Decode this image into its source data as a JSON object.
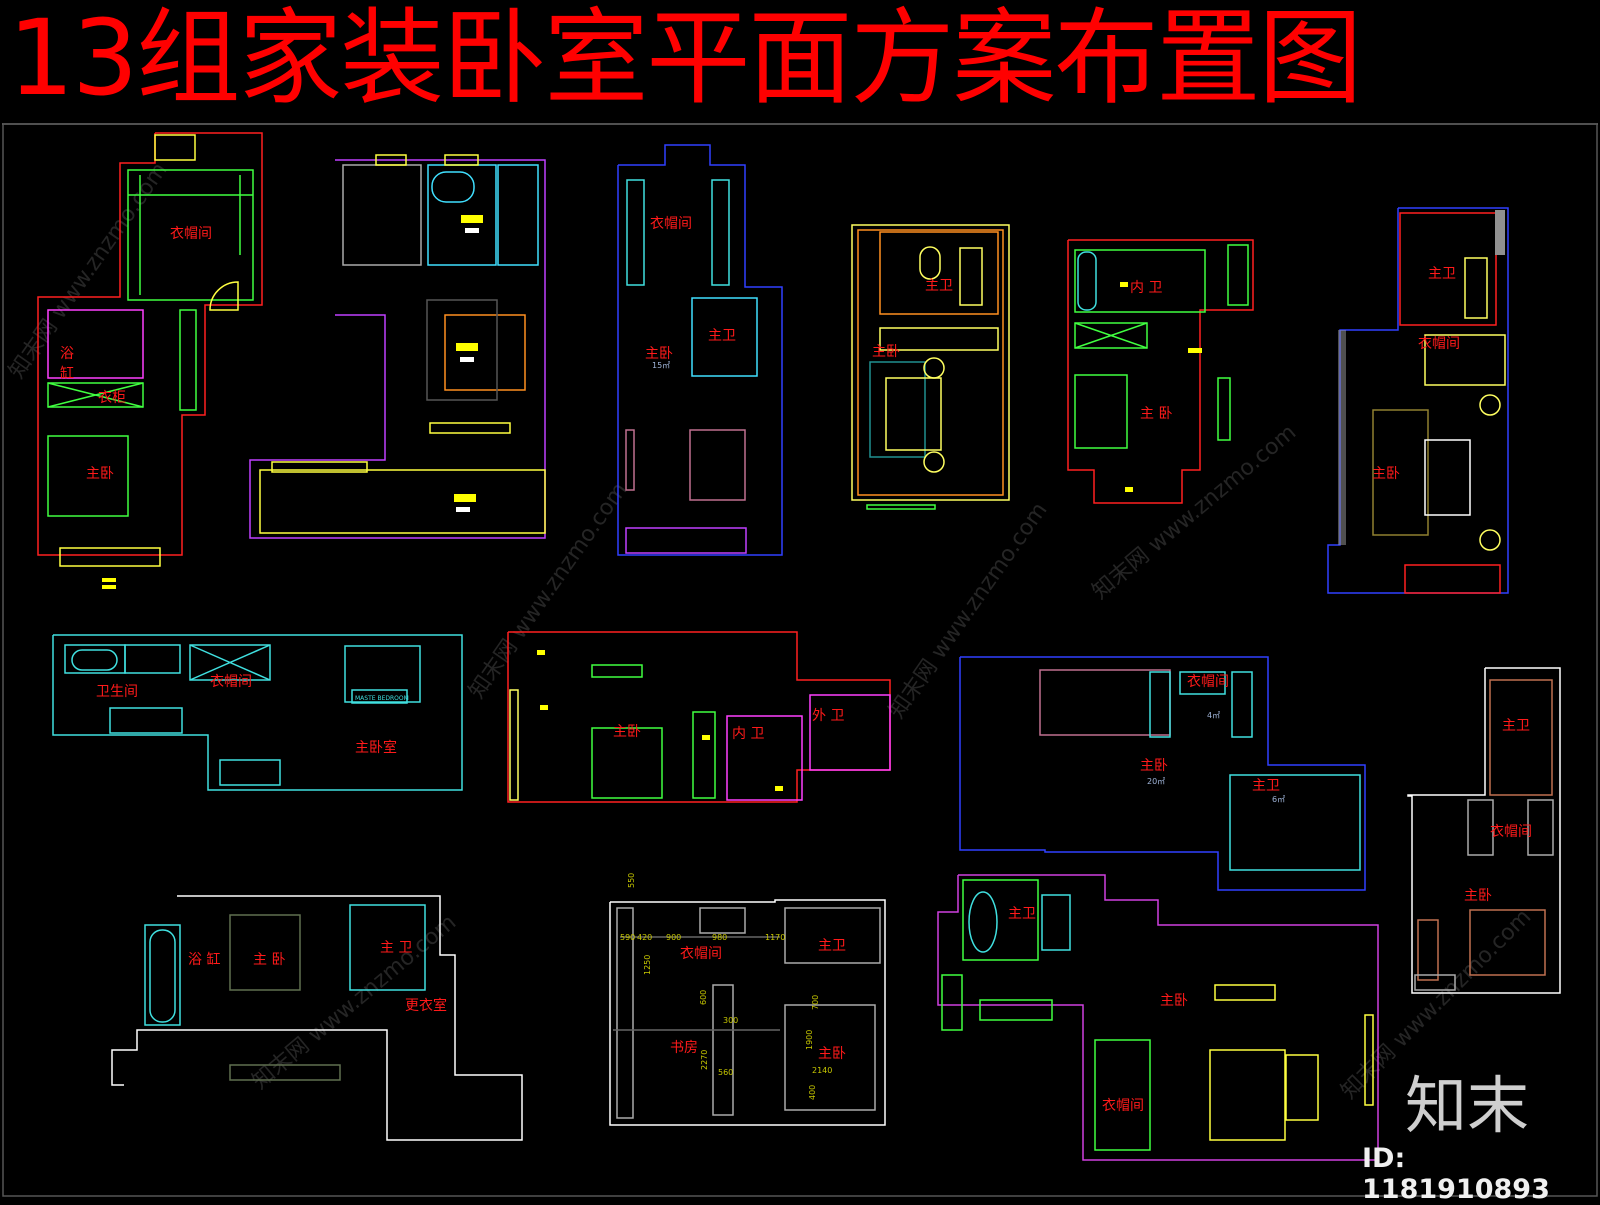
{
  "title": "13组家装卧室平面方案布置图",
  "watermark": {
    "brand": "知末",
    "id_label": "ID: 1181910893",
    "site": "知末网 www.znzmo.com"
  },
  "colors": {
    "background": "#000000",
    "title": "#ff0000",
    "room_label": "#ff1a1a",
    "separator": "#8a8a8a"
  },
  "plans": [
    {
      "labels": [
        "衣帽间",
        "浴",
        "缸",
        "衣柜",
        "主卧"
      ]
    },
    {
      "labels": []
    },
    {
      "labels": [
        "衣帽间",
        "主卫",
        "主卧",
        "15㎡"
      ]
    },
    {
      "labels": [
        "主卫",
        "主卧"
      ]
    },
    {
      "labels": [
        "内 卫",
        "主 卧"
      ]
    },
    {
      "labels": [
        "主卫",
        "衣帽间",
        "主卧"
      ]
    },
    {
      "labels": [
        "卫生间",
        "衣帽间",
        "主卧室",
        "MASTE BEDROOM"
      ]
    },
    {
      "labels": [
        "主卧",
        "内 卫",
        "外 卫"
      ]
    },
    {
      "labels": [
        "衣帽间",
        "4㎡",
        "主卧",
        "20㎡",
        "主卫",
        "6㎡"
      ]
    },
    {
      "labels": [
        "主卫",
        "衣帽间",
        "主卧"
      ]
    },
    {
      "labels": [
        "浴 缸",
        "主 卧",
        "主 卫",
        "更衣室"
      ]
    },
    {
      "labels": [
        "衣帽间",
        "书房",
        "主卫",
        "主卧"
      ],
      "dimensions": [
        "550",
        "590",
        "420",
        "900",
        "980",
        "1170",
        "1250",
        "600",
        "2270",
        "300",
        "560",
        "1900",
        "2140",
        "700",
        "400"
      ]
    },
    {
      "labels": [
        "主卫",
        "主卧",
        "衣帽间"
      ]
    }
  ]
}
